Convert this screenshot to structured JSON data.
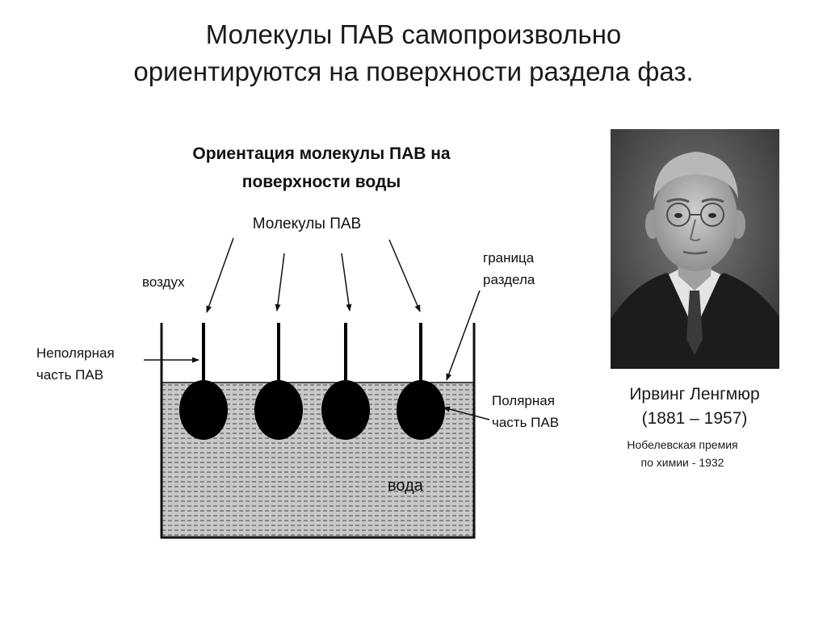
{
  "slide": {
    "title_line1": "Молекулы ПАВ самопроизвольно",
    "title_line2": "ориентируются на поверхности раздела фаз."
  },
  "diagram": {
    "heading_line1": "Ориентация молекулы ПАВ на",
    "heading_line2": "поверхности воды",
    "label_molecules": "Молекулы ПАВ",
    "label_air": "воздух",
    "label_interface_line1": "граница",
    "label_interface_line2": "раздела",
    "label_nonpolar_line1": "Неполярная",
    "label_nonpolar_line2": "часть ПАВ",
    "label_polar_line1": "Полярная",
    "label_polar_line2": "часть ПАВ",
    "label_water": "вода"
  },
  "portrait": {
    "name": "Ирвинг Ленгмюр",
    "years": "(1881 – 1957)",
    "prize_line1": "Нобелевская премия",
    "prize_line2": "по химии - 1932"
  }
}
